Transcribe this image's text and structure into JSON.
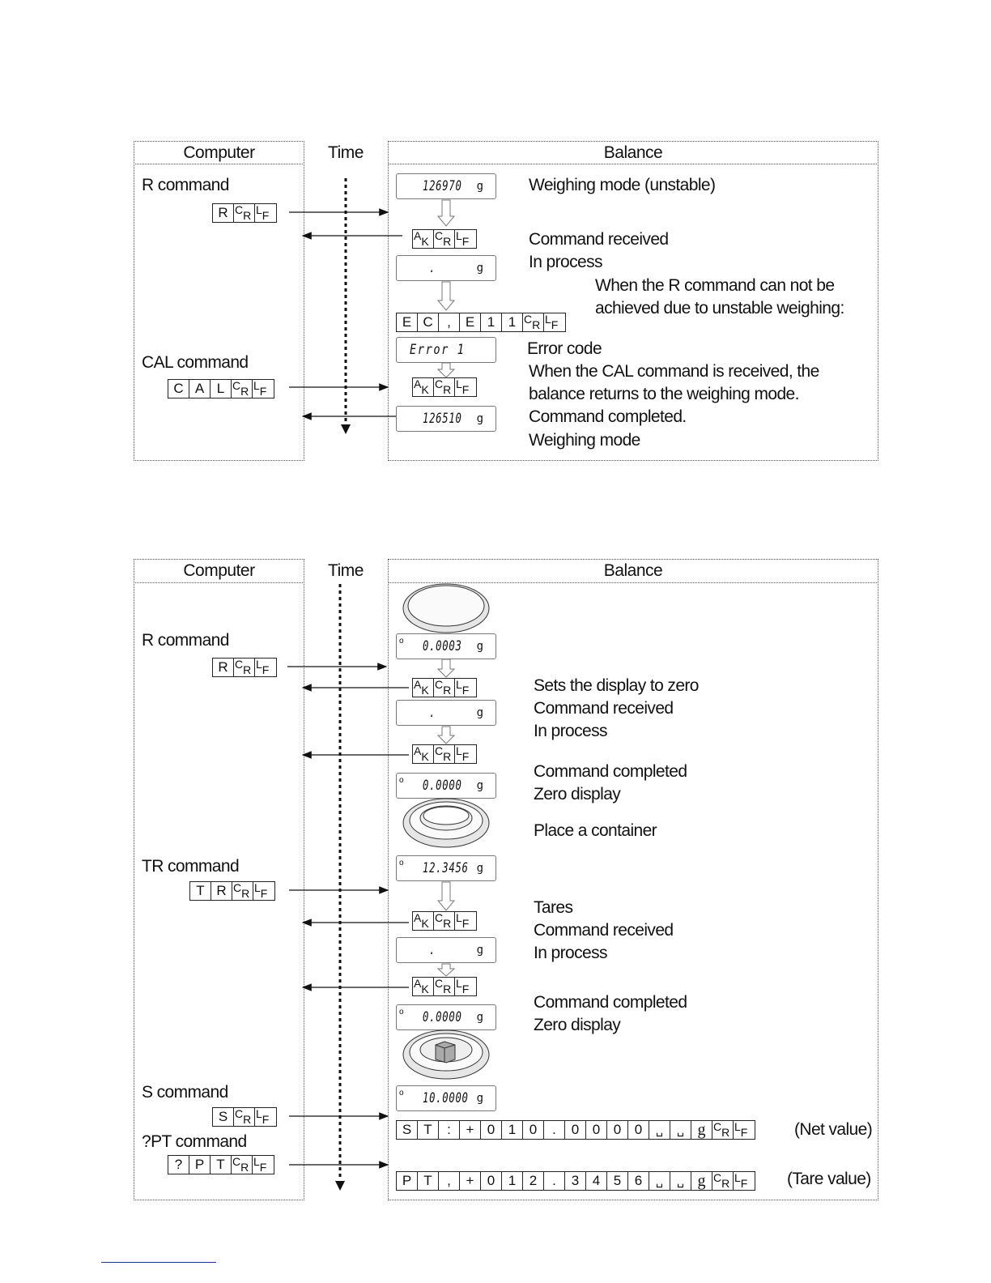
{
  "diagram1": {
    "headers": {
      "computer": "Computer",
      "time": "Time",
      "balance": "Balance"
    },
    "computer_labels": {
      "r_command": "R command",
      "cal_command": "CAL command"
    },
    "displays": {
      "unstable": "126970",
      "process_dot": ".",
      "error": "Error 1",
      "weighing": "126510",
      "unit": "g"
    },
    "texts": {
      "weighing_unstable": "Weighing mode (unstable)",
      "command_received": "Command received",
      "in_process": "In process",
      "r_unachievable": "When the R command can not be",
      "r_unachievable2": "achieved due to unstable weighing:",
      "error_code": "Error code",
      "cal_received": "When the CAL command is received, the",
      "cal_received2": "balance returns to the weighing mode.",
      "command_completed": "Command completed.",
      "weighing_mode": "Weighing mode"
    }
  },
  "diagram2": {
    "headers": {
      "computer": "Computer",
      "time": "Time",
      "balance": "Balance"
    },
    "computer_labels": {
      "r_command": "R command",
      "tr_command": "TR command",
      "s_command": "S command",
      "pt_command": "?PT command"
    },
    "displays": {
      "d1": "0.0003",
      "dot": ".",
      "d2": "0.0000",
      "d3": "12.3456",
      "d4": "0.0000",
      "d5": "10.0000",
      "unit": "g"
    },
    "texts": {
      "sets_zero": "Sets the display to zero",
      "command_received": "Command received",
      "in_process": "In process",
      "command_completed": "Command completed",
      "zero_display": "Zero display",
      "place_container": "Place a container",
      "tares": "Tares",
      "command_received2": "Command received",
      "in_process2": "In process",
      "command_completed2": "Command completed",
      "zero_display2": "Zero display",
      "net_value": "(Net value)",
      "tare_value": "(Tare value)"
    }
  },
  "packets": {
    "R": [
      "R",
      "CR",
      "LF"
    ],
    "CAL": [
      "C",
      "A",
      "L",
      "CR",
      "LF"
    ],
    "AK": [
      "AK",
      "CR",
      "LF"
    ],
    "EC": [
      "E",
      "C",
      ",",
      "E",
      "1",
      "1",
      "CR",
      "LF"
    ],
    "TR": [
      "T",
      "R",
      "CR",
      "LF"
    ],
    "S": [
      "S",
      "CR",
      "LF"
    ],
    "PT": [
      "?",
      "P",
      "T",
      "CR",
      "LF"
    ],
    "ST_resp": [
      "S",
      "T",
      ":",
      "+",
      "0",
      "1",
      "0",
      ".",
      "0",
      "0",
      "0",
      "0",
      "␣",
      "␣",
      "g",
      "CR",
      "LF"
    ],
    "PT_resp": [
      "P",
      "T",
      ",",
      "+",
      "0",
      "1",
      "2",
      ".",
      "3",
      "4",
      "5",
      "6",
      "␣",
      "␣",
      "g",
      "CR",
      "LF"
    ]
  }
}
